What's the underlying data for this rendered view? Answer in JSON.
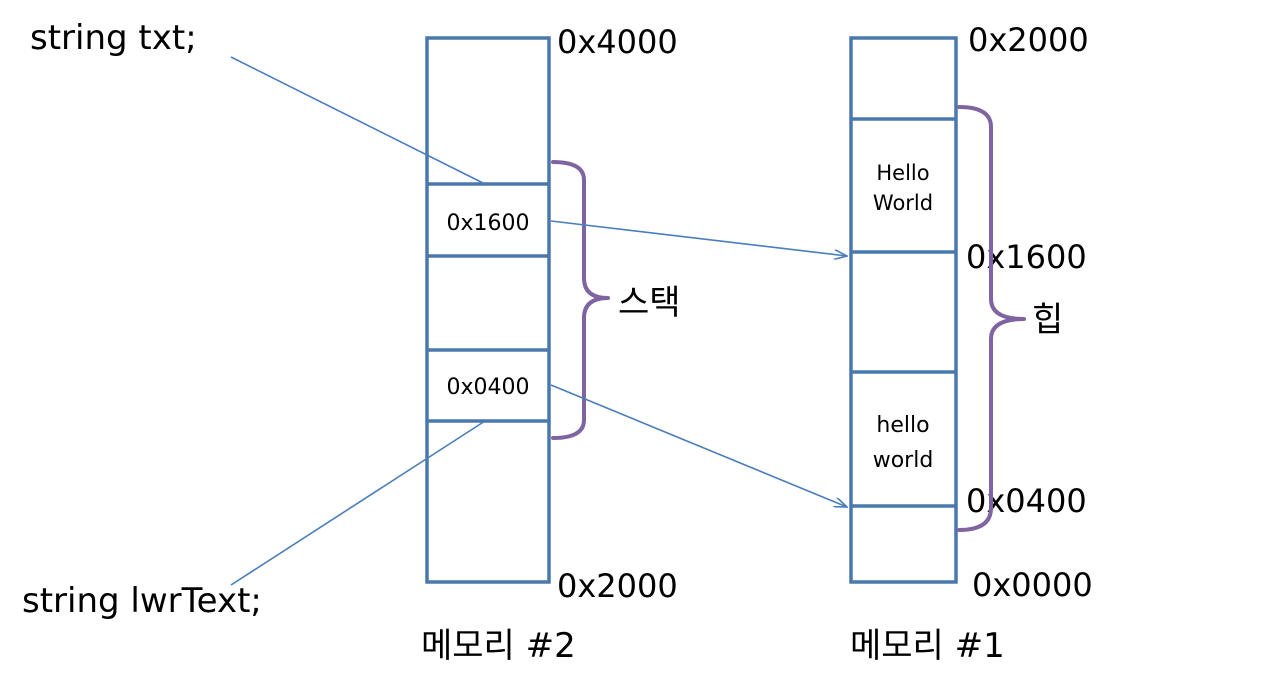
{
  "variables": {
    "txt": "string txt;",
    "lwr_text": "string lwrText;"
  },
  "memory2": {
    "label": "메모리 #2",
    "top_address": "0x4000",
    "bottom_address": "0x2000",
    "cells": [
      "0x1600",
      "0x0400"
    ],
    "region_label": "스택"
  },
  "memory1": {
    "label": "메모리 #1",
    "addresses": [
      "0x2000",
      "0x1600",
      "0x0400",
      "0x0000"
    ],
    "cells": [
      {
        "line1": "Hello",
        "line2": "World"
      },
      {
        "line1": "hello",
        "line2": "world"
      }
    ],
    "region_label": "힙"
  },
  "colors": {
    "memory_border": "#4a78ad",
    "arrow": "#4a7ebb",
    "brace": "#8064a2"
  }
}
